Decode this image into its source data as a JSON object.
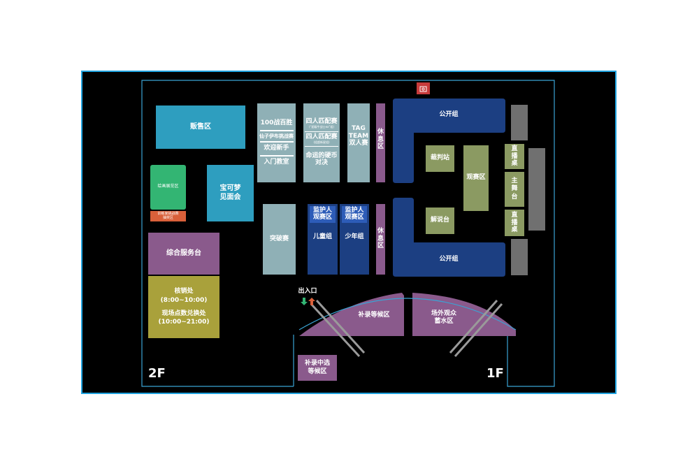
{
  "floors": {
    "left": "2F",
    "right": "1F"
  },
  "zones": {
    "sales": "贩售区",
    "exhibit": "绘画展览区",
    "trainer_challenge": {
      "line1": "训练家挑战赛",
      "line2": "抽奖区"
    },
    "pokemon_meet": {
      "line1": "宝可梦",
      "line2": "见面会"
    },
    "service_desk": "综合服务台",
    "verification": {
      "line1": "核销处",
      "line2": "(8:00~10:00)",
      "line3": "现场点数兑换处",
      "line4": "(10:00~21:00)"
    },
    "events_col1": {
      "item1": "100战百胜",
      "item2": "仙子伊布挑战赛",
      "item3": "欢迎新手",
      "item4": "入门教室"
    },
    "events_col2": {
      "item1": "四人匹配赛",
      "item1_note": "(“超级牛战士ex”组)",
      "item2": "四人匹配赛",
      "item2_note": "(组超新星组)",
      "item3_line1": "命运的硬币",
      "item3_line2": "对决"
    },
    "tag_team": {
      "line1": "TAG",
      "line2": "TEAM",
      "line3": "双人赛"
    },
    "rest_top": {
      "c1": "休",
      "c2": "息",
      "c3": "区"
    },
    "rest_bottom": {
      "c1": "休",
      "c2": "息",
      "c3": "区"
    },
    "breakthrough": "突破赛",
    "guardian_1": {
      "line1": "监护人",
      "line2": "观赛区"
    },
    "guardian_2": {
      "line1": "监护人",
      "line2": "观赛区"
    },
    "kids_group": "儿童组",
    "junior_group": "少年组",
    "open_group_top": "公开组",
    "open_group_bottom": "公开组",
    "referee": "裁判站",
    "commentary": "解说台",
    "viewing": "观赛区",
    "live_top": {
      "c1": "直",
      "c2": "播",
      "c3": "桌"
    },
    "main_stage": {
      "c1": "主",
      "c2": "舞",
      "c3": "台"
    },
    "live_bottom": {
      "c1": "直",
      "c2": "播",
      "c3": "桌"
    },
    "waiting": "补录等候区",
    "outdoor": {
      "line1": "场外观众",
      "line2": "蓄水区"
    },
    "selection_waiting": {
      "line1": "补录中选",
      "line2": "等候区"
    },
    "entrance": "出入口"
  },
  "icons": {
    "entrance_arrows": "up-down-arrows-icon",
    "top_marker": "camera-icon"
  },
  "colors": {
    "frame_border": "#1fa2df",
    "wall": "#3aa3d4",
    "sales": "#2e9ebf",
    "exhibit": "#33b573",
    "orange": "#d9603a",
    "grey_blue": "#8fb0b6",
    "purple": "#8a5a8c",
    "navy": "#1c3f82",
    "olive": "#8b9a62",
    "mustard": "#a9a13b",
    "grey": "#707070",
    "red": "#c83b3b"
  }
}
